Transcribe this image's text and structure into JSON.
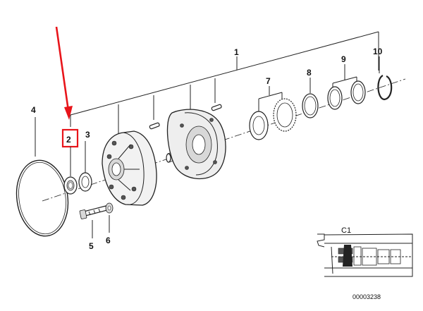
{
  "labels": {
    "p1": "1",
    "p2": "2",
    "p3": "3",
    "p4": "4",
    "p5": "5",
    "p6": "6",
    "p7": "7",
    "p8": "8",
    "p9": "9",
    "p10": "10"
  },
  "inset": {
    "title": "C1"
  },
  "drawing_number": "00003238",
  "highlight": {
    "color": "#e8141a",
    "part": "2"
  }
}
